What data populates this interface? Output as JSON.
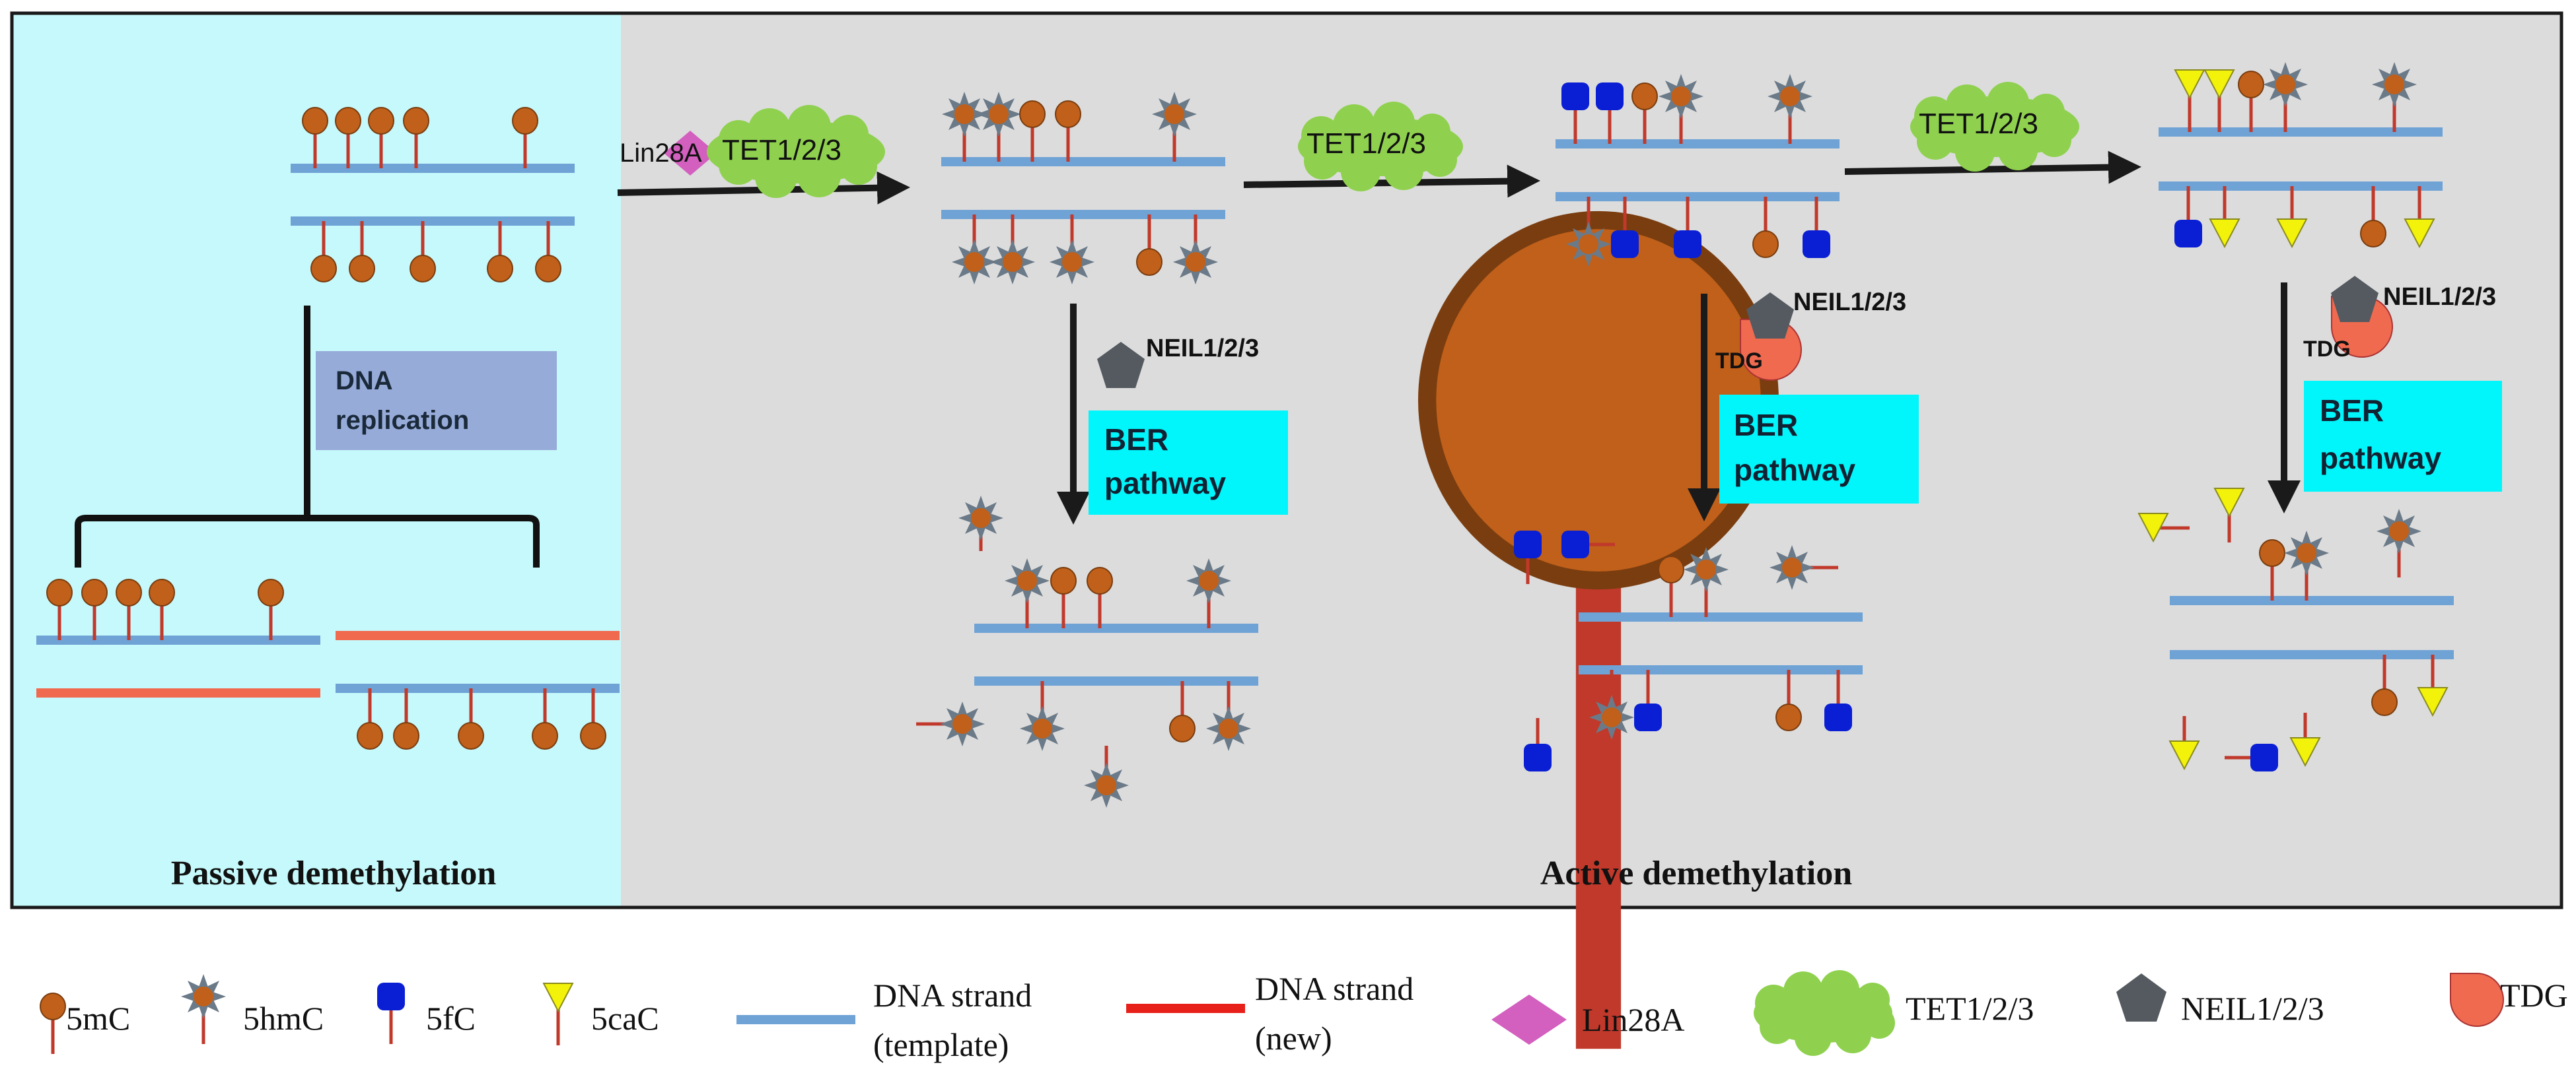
{
  "panels": {
    "passive_title": "Passive demethylation",
    "active_title": "Active demethylation"
  },
  "labels": {
    "dna_replication_line1": "DNA",
    "dna_replication_line2": "replication",
    "lin28a": "Lin28A",
    "tet_1": "TET1/2/3",
    "tet_2": "TET1/2/3",
    "tet_3": "TET1/2/3",
    "neil_1": "NEIL1/2/3",
    "neil_2": "NEIL1/2/3",
    "neil_3": "NEIL1/2/3",
    "tdg_1": "TDG",
    "tdg_2": "TDG",
    "ber_line1": "BER",
    "ber_line2": "pathway"
  },
  "legend": {
    "mc": "5mC",
    "hmc": "5hmC",
    "fc": "5fC",
    "cac": "5caC",
    "template_line1": "DNA strand",
    "template_line2": "(template)",
    "new_line1": "DNA strand",
    "new_line2": "(new)",
    "lin28a": "Lin28A",
    "tet": "TET1/2/3",
    "neil": "NEIL1/2/3",
    "tdg": "TDG"
  },
  "colors": {
    "passive_bg": "#c6f9fb",
    "active_bg": "#dcdcdc",
    "template_strand": "#6fa3d6",
    "new_strand": "#f06a50",
    "stem": "#c0392b",
    "mc": "#c0601a",
    "fc": "#0a1fd4",
    "cac": "#f2f20a",
    "lin28a": "#d35fbf",
    "tet": "#8fd14f",
    "neil": "#545a5f",
    "tdg": "#f06a50",
    "ber_box": "#00f6fb",
    "replication_box": "#97abd9"
  }
}
